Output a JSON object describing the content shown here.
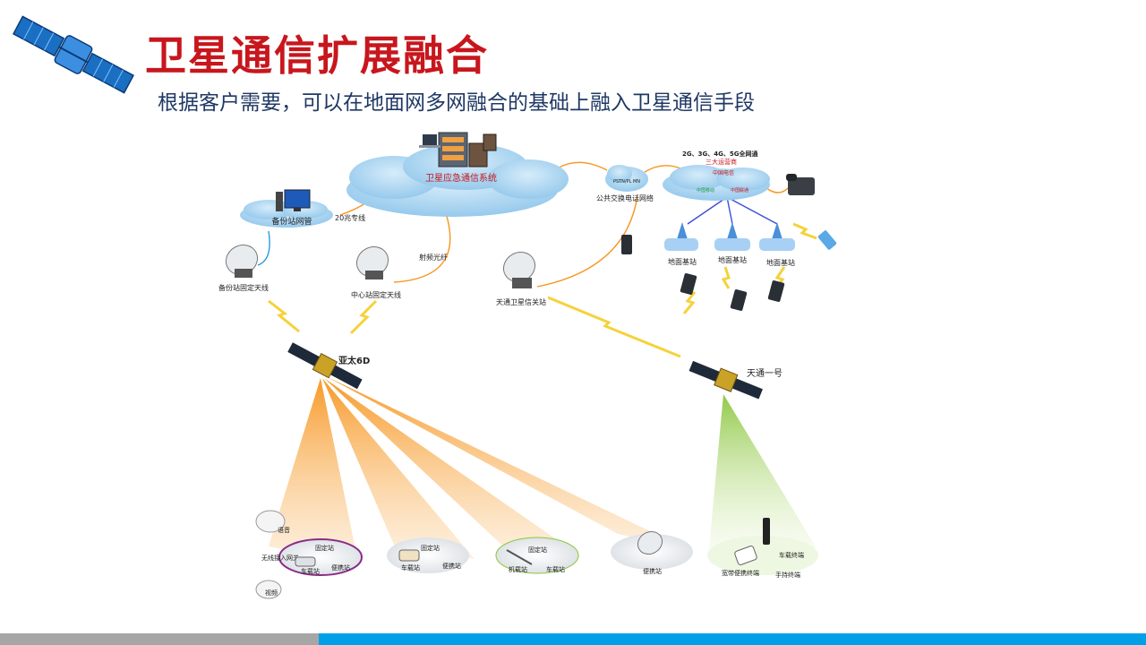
{
  "header": {
    "title": "卫星通信扩展融合",
    "subtitle": "根据客户需要，可以在地面网多网融合的基础上融入卫星通信手段"
  },
  "diagram": {
    "emergency_system": "卫星应急通信系统",
    "backup_netmgmt": "备份站网管",
    "link_20m": "20兆专线",
    "rf_fiber": "射频光纤",
    "pstn_cloud": "PSTN/PL MN",
    "pstn_label": "公共交换电话网络",
    "all_network": "2G、3G、4G、5G全网通",
    "three_operators": "三大运营商",
    "operator_telecom": "中国电信",
    "operator_mobile": "中国移动",
    "operator_unicom": "中国联通",
    "base_station_1": "地面基站",
    "base_station_2": "地面基站",
    "base_station_3": "地面基站",
    "backup_antenna": "备份站固定天线",
    "center_antenna": "中心站固定天线",
    "tiantong_gateway": "天通卫星信关站",
    "sat_apstar": "亚太6D",
    "sat_tiantong": "天通一号",
    "voice": "语音",
    "video": "视频",
    "wireless_gateway": "无线接入网关",
    "fixed_station_1": "固定站",
    "vehicle_station_1": "车载站",
    "portable_station_1": "便携站",
    "fixed_station_2": "固定站",
    "vehicle_station_2": "车载站",
    "portable_station_2": "便携站",
    "fixed_station_3": "固定站",
    "airborne_station": "机载站",
    "vehicle_station_3": "车载站",
    "portable_station_4": "便携站",
    "vehicle_terminal": "车载终端",
    "broadband_terminal": "宽带便携终端",
    "handheld_terminal": "手持终端"
  },
  "colors": {
    "title": "#c8161d",
    "subtitle": "#1f3864",
    "cloud": "#a9d3ee",
    "orange_beam": "#f7941d",
    "green_beam": "#8cc63f",
    "footer_gray": "#a6a6a6",
    "footer_blue": "#00a0e9"
  },
  "icons": [
    "satellite-icon",
    "dish-antenna-icon",
    "server-icon",
    "computer-icon",
    "phone-icon",
    "mobile-phone-icon",
    "base-tower-icon",
    "vehicle-icon"
  ]
}
